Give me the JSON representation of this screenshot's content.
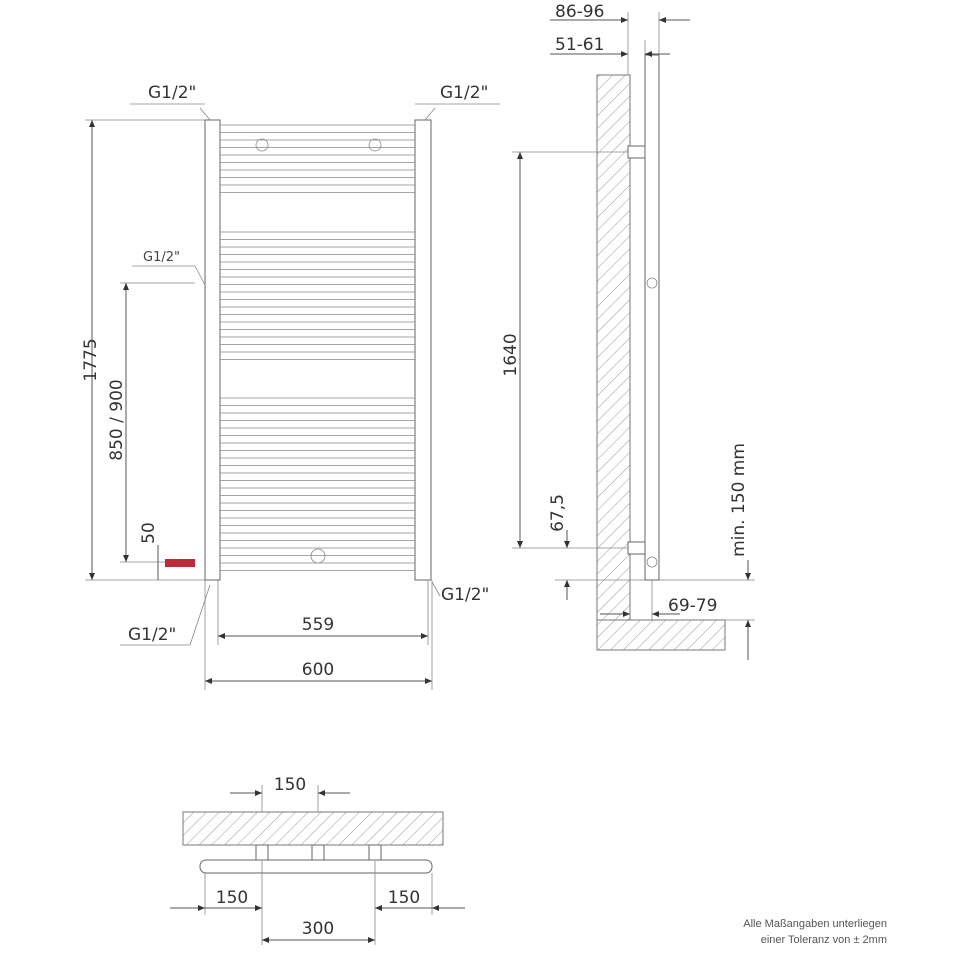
{
  "front_view": {
    "connection_top_left": "G1/2\"",
    "connection_top_right": "G1/2\"",
    "connection_side": "G1/2\"",
    "connection_bottom_left": "G1/2\"",
    "connection_bottom_right": "G1/2\"",
    "height_total": "1775",
    "height_element": "850 / 900",
    "element_offset": "50",
    "width_inner": "559",
    "width_total": "600"
  },
  "side_view": {
    "depth_outer": "86-96",
    "depth_inner": "51-61",
    "bracket_spacing": "1640",
    "bracket_offset": "67,5",
    "floor_clearance": "min. 150 mm",
    "wall_distance": "69-79"
  },
  "top_view": {
    "center_spacing": "150",
    "left_offset": "150",
    "right_offset": "150",
    "bracket_span": "300"
  },
  "note": {
    "line1": "Alle Maßangaben unterliegen",
    "line2": "einer Toleranz von ± 2mm"
  },
  "colors": {
    "heating_element": "#c0283a",
    "lines": "#555555"
  }
}
